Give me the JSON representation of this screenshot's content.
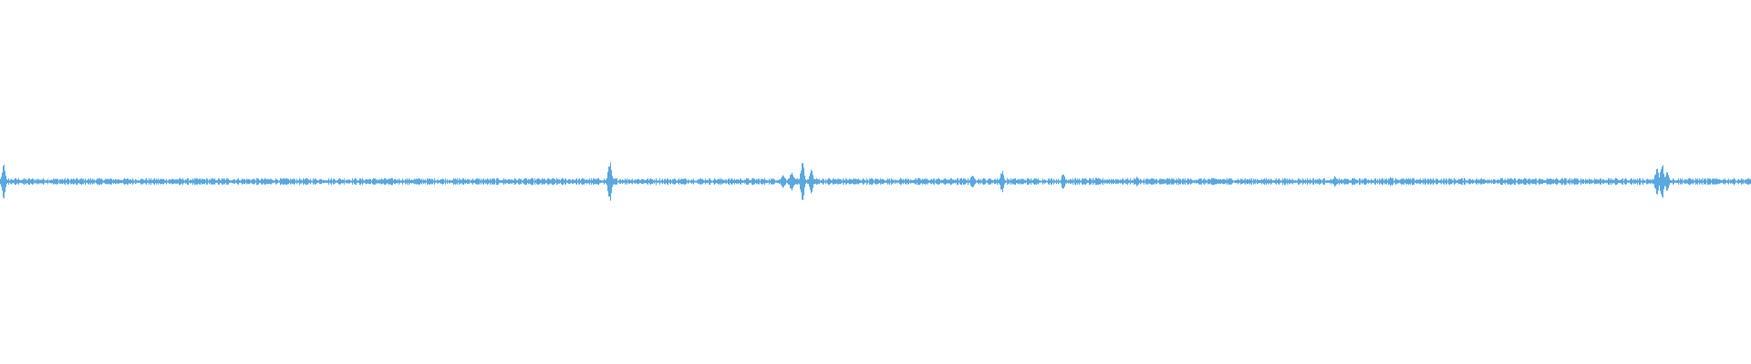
{
  "waveform": {
    "color": "#5aa8e0",
    "background": "#ffffff",
    "baseline_amplitude": 0.008,
    "peaks": [
      {
        "position": 0.002,
        "amplitude": 0.05
      },
      {
        "position": 0.348,
        "amplitude": 0.06
      },
      {
        "position": 0.447,
        "amplitude": 0.025
      },
      {
        "position": 0.452,
        "amplitude": 0.035
      },
      {
        "position": 0.458,
        "amplitude": 0.06
      },
      {
        "position": 0.463,
        "amplitude": 0.04
      },
      {
        "position": 0.555,
        "amplitude": 0.02
      },
      {
        "position": 0.572,
        "amplitude": 0.035
      },
      {
        "position": 0.607,
        "amplitude": 0.025
      },
      {
        "position": 0.649,
        "amplitude": 0.015
      },
      {
        "position": 0.762,
        "amplitude": 0.015
      },
      {
        "position": 0.794,
        "amplitude": 0.015
      },
      {
        "position": 0.946,
        "amplitude": 0.045
      },
      {
        "position": 0.949,
        "amplitude": 0.06
      },
      {
        "position": 0.952,
        "amplitude": 0.035
      }
    ]
  }
}
